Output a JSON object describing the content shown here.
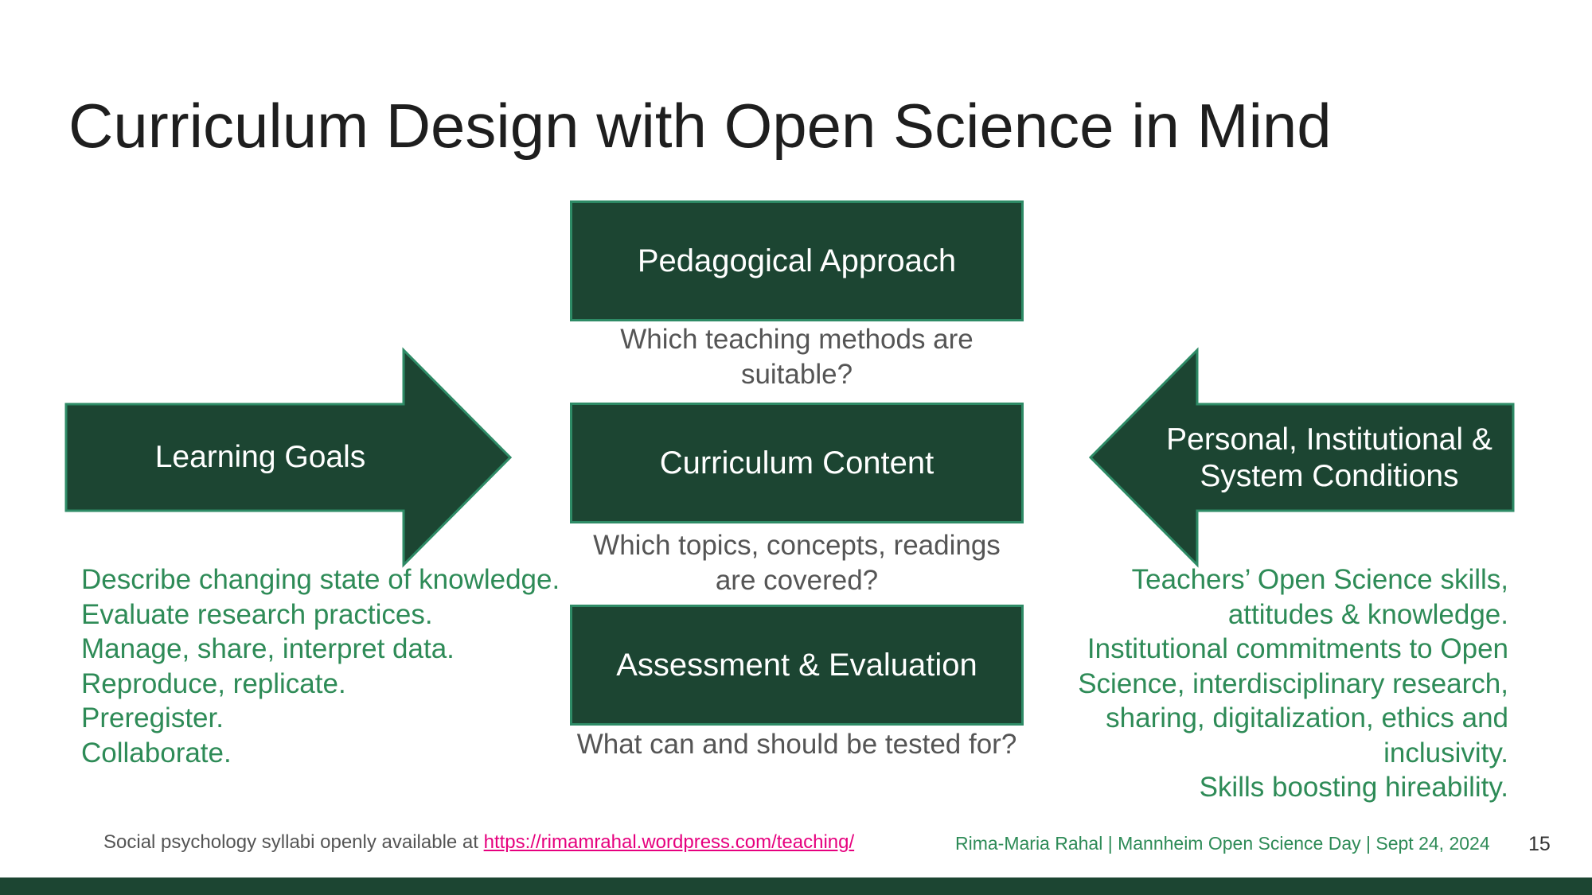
{
  "slide": {
    "title": "Curriculum Design with Open Science in Mind",
    "page_number": "15"
  },
  "center": {
    "boxes": [
      {
        "label": "Pedagogical Approach",
        "question": "Which teaching methods are suitable?"
      },
      {
        "label": "Curriculum Content",
        "question": "Which topics, concepts, readings are covered?"
      },
      {
        "label": "Assessment & Evaluation",
        "question": "What can and should be tested for?"
      }
    ]
  },
  "left_arrow": {
    "label": "Learning Goals",
    "items": [
      "Describe changing state of knowledge.",
      "Evaluate research practices.",
      "Manage, share, interpret data.",
      "Reproduce, replicate.",
      "Preregister.",
      "Collaborate."
    ]
  },
  "right_arrow": {
    "label": "Personal, Institutional & System Conditions",
    "items": [
      "Teachers’ Open Science skills, attitudes & knowledge.",
      "Institutional commitments to Open Science, interdisciplinary research, sharing, digitalization, ethics and inclusivity.",
      "Skills boosting hireability."
    ]
  },
  "footer": {
    "note": "Social psychology syllabi openly available at",
    "link": "https://rimamrahal.wordpress.com/teaching/",
    "credit": "Rima-Maria Rahal | Mannheim Open Science Day | Sept 24, 2024"
  },
  "colors": {
    "box_fill": "#1c4532",
    "box_border": "#2e8b66",
    "list_text": "#2e8b57",
    "link": "#e6007e"
  }
}
